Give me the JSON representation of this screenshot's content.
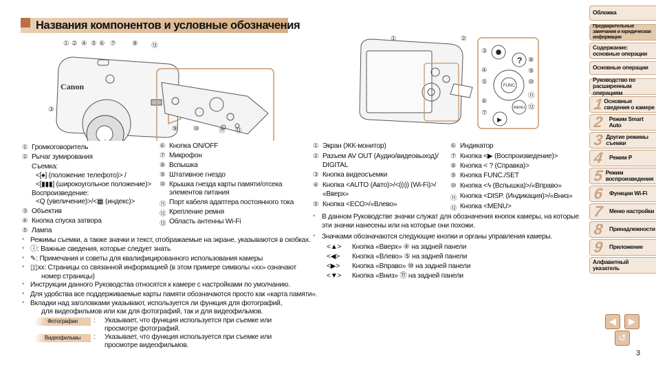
{
  "title": "Названия компонентов и условные обозначения",
  "front_labels": [
    "①",
    "②",
    "④",
    "⑤",
    "⑥",
    "⑦",
    "⑧",
    "⑬",
    "③"
  ],
  "bottom_labels": [
    "⑨",
    "⑩",
    "⑪",
    "⑫"
  ],
  "back_labels": [
    "①",
    "②",
    "③",
    "④",
    "⑤",
    "⑥",
    "⑦",
    "⑧",
    "⑨",
    "⑩",
    "⑪",
    "⑫"
  ],
  "left": {
    "col1": [
      {
        "n": "①",
        "t": "Громкоговоритель"
      },
      {
        "n": "②",
        "t": "Рычаг зумирования"
      },
      {
        "n": "",
        "t": "Съемка:"
      },
      {
        "n": "",
        "t": "<[♠] (положение телефото)> /"
      },
      {
        "n": "",
        "t": "<[▮▮▮] (широкоугольное положение)>"
      },
      {
        "n": "",
        "t": "Воспроизведение:"
      },
      {
        "n": "",
        "t": "<Q (увеличение)>/<▦ (индекс)>"
      },
      {
        "n": "③",
        "t": "Объектив"
      },
      {
        "n": "④",
        "t": "Кнопка спуска затвора"
      },
      {
        "n": "⑤",
        "t": "Лампа"
      }
    ],
    "col2": [
      {
        "n": "⑥",
        "t": "Кнопка ON/OFF"
      },
      {
        "n": "⑦",
        "t": "Микрофон"
      },
      {
        "n": "⑧",
        "t": "Вспышка"
      },
      {
        "n": "⑨",
        "t": "Штативное гнездо"
      },
      {
        "n": "⑩",
        "t": "Крышка гнезда карты памяти/отсека"
      },
      {
        "n": "",
        "t": "элементов питания"
      },
      {
        "n": "⑪",
        "t": "Порт кабеля адаптера постоянного тока"
      },
      {
        "n": "⑫",
        "t": "Крепление ремня"
      },
      {
        "n": "⑬",
        "t": "Область антенны Wi-Fi"
      }
    ],
    "bullets": [
      "Режимы съемки, а также значки и текст, отображаемые на экране, указываются в скобках.",
      "ⓘ: Важные сведения, которые следует знать",
      "✎: Примечания и советы для квалифицированного использования камеры",
      "▯▯xx: Страницы со связанной информацией (в этом примере символы «xx» означают",
      "номер страницы)",
      "Инструкции данного Руководства относятся к камере с настройками по умолчанию.",
      "Для удобства все поддерживаемые карты памяти обозначаются просто как «карта памяти».",
      "Вкладки над заголовками указывают, используется ли функция для фотографий,",
      "для видеофильмов или как для фотографий, так и для видеофильмов."
    ],
    "tabs": [
      {
        "label": "Фотографии",
        "lines": [
          "Указывает, что функция используется при съемке или",
          "просмотре фотографий."
        ]
      },
      {
        "label": "Видеофильмы",
        "lines": [
          "Указывает, что функция используется при съемке или",
          "просмотре видеофильмов."
        ]
      }
    ]
  },
  "right": {
    "col1": [
      {
        "n": "①",
        "t": "Экран (ЖК-монитор)"
      },
      {
        "n": "②",
        "t": "Разъем AV OUT (Аудио/видеовыход)/"
      },
      {
        "n": "",
        "t": "DIGITAL"
      },
      {
        "n": "③",
        "t": "Кнопка видеосъемки"
      },
      {
        "n": "④",
        "t": "Кнопка <AUTO (Авто)>/<((ι)) (Wi-Fi)>/"
      },
      {
        "n": "",
        "t": "«Вверх»"
      },
      {
        "n": "⑤",
        "t": "Кнопка <ECO>/«Влево»"
      }
    ],
    "col2": [
      {
        "n": "⑥",
        "t": "Индикатор"
      },
      {
        "n": "⑦",
        "t": "Кнопка <▶ (Воспроизведение)>"
      },
      {
        "n": "⑧",
        "t": "Кнопка < ? (Справка)>"
      },
      {
        "n": "⑨",
        "t": "Кнопка FUNC./SET"
      },
      {
        "n": "⑩",
        "t": "Кнопка <ϟ (Вспышка)>/«Вправо»"
      },
      {
        "n": "⑪",
        "t": "Кнопка <DISP. (Индикация)>/«Вниз»"
      },
      {
        "n": "⑫",
        "t": "Кнопка <MENU>"
      }
    ],
    "bullets": [
      "В данном Руководстве значки служат для обозначения кнопок камеры, на которые",
      "эти значки нанесены или на которые они похожи.",
      "Значками обозначаются следующие кнопки и органы управления камеры."
    ],
    "keys": [
      {
        "k": "<▲>",
        "t": "Кнопка «Вверх» ④ на задней панели"
      },
      {
        "k": "<◀>",
        "t": "Кнопка «Влево» ⑤ на задней панели"
      },
      {
        "k": "<▶>",
        "t": "Кнопка «Вправо» ⑩ на задней панели"
      },
      {
        "k": "<▼>",
        "t": "Кнопка «Вниз» ⑪ на задней панели"
      }
    ]
  },
  "sidebar": [
    {
      "n": "",
      "t": "Обложка"
    },
    {
      "n": "",
      "t": "Предварительные замечания и юридическая информация"
    },
    {
      "n": "",
      "t": "Содержание: основные операции"
    },
    {
      "n": "",
      "t": "Основные операции"
    },
    {
      "n": "",
      "t": "Руководство по расширенным операциям"
    },
    {
      "n": "1",
      "t": "Основные сведения о камере"
    },
    {
      "n": "2",
      "t": "Режим Smart Auto"
    },
    {
      "n": "3",
      "t": "Другие режимы съемки"
    },
    {
      "n": "4",
      "t": "Режим P"
    },
    {
      "n": "5",
      "t": "Режим воспроизведения"
    },
    {
      "n": "6",
      "t": "Функции Wi-Fi"
    },
    {
      "n": "7",
      "t": "Меню настройки"
    },
    {
      "n": "8",
      "t": "Принадлежности"
    },
    {
      "n": "9",
      "t": "Приложение"
    },
    {
      "n": "",
      "t": "Алфавитный указатель"
    }
  ],
  "nav": {
    "prev": "◀",
    "next": "▶",
    "back": "↺"
  },
  "page_number": "3",
  "brand": "Canon",
  "colors": {
    "accent": "#b8703f",
    "sidebar_bg": "#f4e8dc",
    "sidebar_border": "#caa687"
  }
}
